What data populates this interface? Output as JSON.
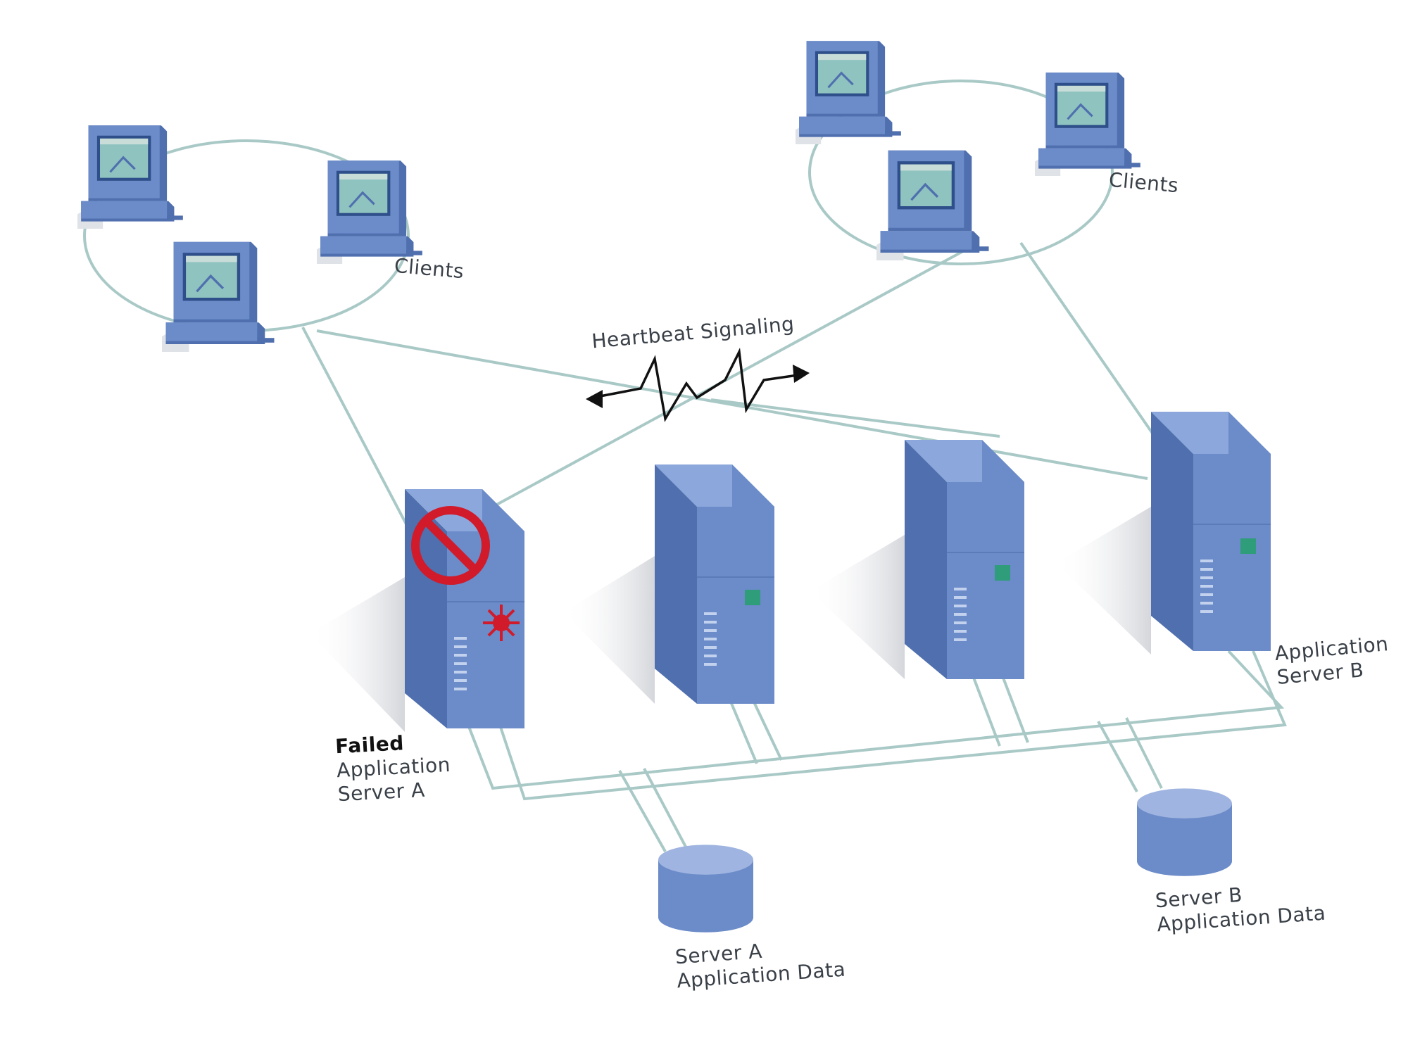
{
  "colors": {
    "link": "#a9c9c7",
    "device_face": "#6b8bc9",
    "device_side": "#4f6fae",
    "device_top": "#8ca7db",
    "screen": "#8fc3c0",
    "status_led": "#2f9c7a",
    "failed_mark": "#d11a2a",
    "disk": "#7f9ad2"
  },
  "labels": {
    "clients_left": "Clients",
    "clients_right": "Clients",
    "heartbeat": "Heartbeat Signaling",
    "server_a": {
      "status": "Failed",
      "line1": "Application",
      "line2": "Server A"
    },
    "server_b": {
      "line1": "Application",
      "line2": "Server B"
    },
    "data_a": {
      "line1": "Server A",
      "line2": "Application Data"
    },
    "data_b": {
      "line1": "Server B",
      "line2": "Application Data"
    }
  },
  "icons": {
    "failed_marker": "prohibited-icon",
    "failure_spark": "burst-icon"
  }
}
